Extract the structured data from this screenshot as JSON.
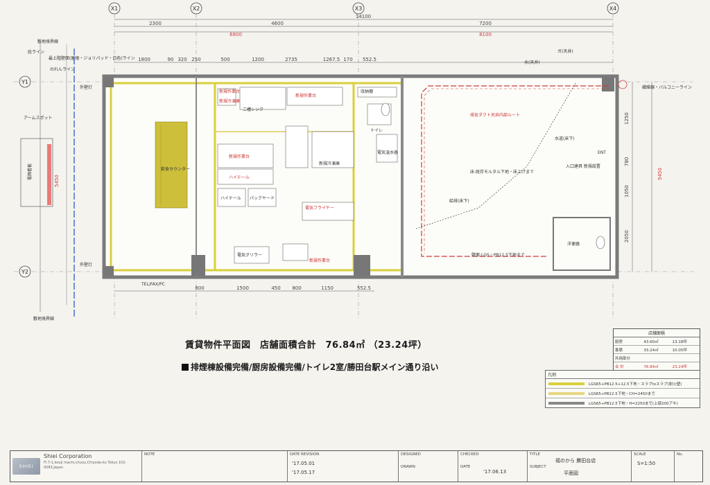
{
  "grid": {
    "cols": [
      "X1",
      "X2",
      "X3",
      "X4"
    ],
    "rows": [
      "Y1",
      "Y2"
    ]
  },
  "dims": {
    "top": [
      "2300",
      "4600",
      "7200"
    ],
    "top_total": "14100",
    "top_red": [
      "6900",
      "8100"
    ],
    "top_row2": [
      "1800",
      "90",
      "320",
      "250",
      "500",
      "1200",
      "2735",
      "1267.5",
      "170",
      "552.5"
    ],
    "bottom": [
      "800",
      "1500",
      "450",
      "800",
      "1150",
      "552.5"
    ],
    "left_red": "5450",
    "right_red": "5450",
    "right_dims": [
      "1250",
      "780",
      "1050",
      "2050"
    ]
  },
  "labels": {
    "left_side": [
      "敷地境界線",
      "庇ライン",
      "最上階壁面(屋根・ジョリパッド・白色)ライン",
      "のれんライン",
      "外壁灯",
      "アームスポット",
      "外壁灯",
      "敷地境界線"
    ],
    "sign": "電飾看板",
    "kitchen": [
      "新規作業台",
      "新規冷凍庫",
      "二槽シンク",
      "新規作業台",
      "新規作業台",
      "ハイテール",
      "ハイテール",
      "パックヤード",
      "新規冷凍庫",
      "電気フライヤー",
      "電気グリラー",
      "新規作業台"
    ],
    "counter": "飲食カウンター",
    "tenant": [
      "水(天井)",
      "ガ(天井)",
      "排気ダクト天井内部ルート",
      "水道(床下)",
      "入口建具 新規設置",
      "床:既存モルタル下地・床上げまで",
      "給排(床下)",
      "壁面:LGS・PB12.5下地まで",
      "洋便器",
      "ENT",
      "繊維線・バルコニーライン"
    ],
    "tel": "TEL/FAX/PC",
    "misc": [
      "収納棚",
      "トイレ",
      "電気温水器"
    ]
  },
  "caption": {
    "title": "賃貸物件平面図　店舗面積合計　76.84㎡ （23.24坪）",
    "subtitle": "排煙棟設備完備/厨房設備完備/トイレ2室/勝田台駅メイン通り沿い"
  },
  "area_table": {
    "header": "店舗面積",
    "rows": [
      {
        "name": "厨房",
        "m2": "43.60㎡",
        "tsubo": "13.18坪"
      },
      {
        "name": "客席",
        "m2": "33.24㎡",
        "tsubo": "10.05坪"
      },
      {
        "name": "共用部分",
        "m2": "",
        "tsubo": ""
      },
      {
        "name": "合 計",
        "m2": "76.84㎡",
        "tsubo": "23.24坪"
      }
    ]
  },
  "legend": {
    "header": "凡例",
    "items": [
      {
        "color": "#d9cf3a",
        "text": "LGS65+PB12.5+12.5下地・スラブtoスラブ(耐火壁)"
      },
      {
        "color": "#e6d680",
        "text": "LGS65+PB12.5下地・CH=2450まで"
      },
      {
        "color": "#888888",
        "text": "LGS65+PB12.5下地・H=2250まで(上部200アキ)"
      }
    ]
  },
  "title_block": {
    "company": "Shiei Corporation",
    "address": "Fl.7-1,kouji machi,chuou,Chiyoda-ku\nTokyo 102-0083,Japan",
    "note_label": "NOTE",
    "date_rev_label": "DATE REVISION",
    "date_rev_1": "'17.05.01",
    "date_rev_2": "'17.05.17",
    "designed_label": "DESIGNED",
    "drawn_label": "DRAWN",
    "checked_label": "CHECKED",
    "date_label": "DATE",
    "date_value": "'17.06.13",
    "title_label": "TITLE",
    "title_value": "福のから 勝田台店",
    "subject_label": "SUBJECT",
    "subject_value": "平面図",
    "scale_label": "SCALE",
    "scale_value": "S=1:50",
    "no_label": "No."
  },
  "colors": {
    "wall": "#8a8a8a",
    "yellow": "#d9cf3a",
    "red": "#d03a3a",
    "blue": "#3a66c8"
  }
}
